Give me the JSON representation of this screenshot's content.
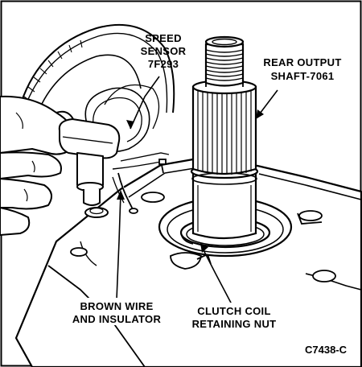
{
  "labels": {
    "speed_sensor": [
      "SPEED",
      "SENSOR",
      "7F293"
    ],
    "rear_output": [
      "REAR OUTPUT",
      "SHAFT-7061"
    ],
    "brown_wire": [
      "BROWN WIRE",
      "AND INSULATOR"
    ],
    "clutch_nut": [
      "CLUTCH COIL",
      "RETAINING NUT"
    ]
  },
  "figure_code": "C7438-C",
  "colors": {
    "ink": "#000000",
    "paper": "#ffffff"
  }
}
